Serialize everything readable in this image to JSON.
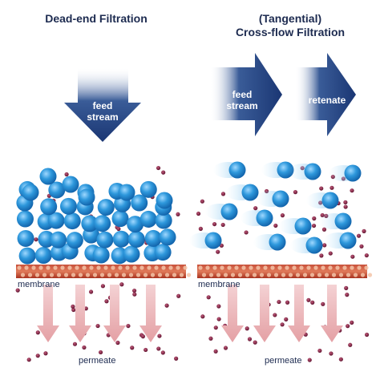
{
  "dead_end": {
    "title": "Dead-end Filtration",
    "feed_arrow_label": [
      "feed",
      "stream"
    ],
    "membrane_label": "membrane",
    "permeate_label": "permeate"
  },
  "cross_flow": {
    "title_line1": "(Tangential)",
    "title_line2": "Cross-flow Filtration",
    "feed_arrow_label": [
      "feed",
      "stream"
    ],
    "retenate_label": "retenate",
    "membrane_label": "membrane",
    "permeate_label": "permeate"
  },
  "colors": {
    "title_text": "#1d2b50",
    "arrow_blue": "#1f3f7c",
    "particle_blue": "#2a8fd0",
    "solute_dot": "#7a1a3a",
    "membrane": "#b03a2a",
    "permeate_arrow": "#e8a9ad"
  }
}
